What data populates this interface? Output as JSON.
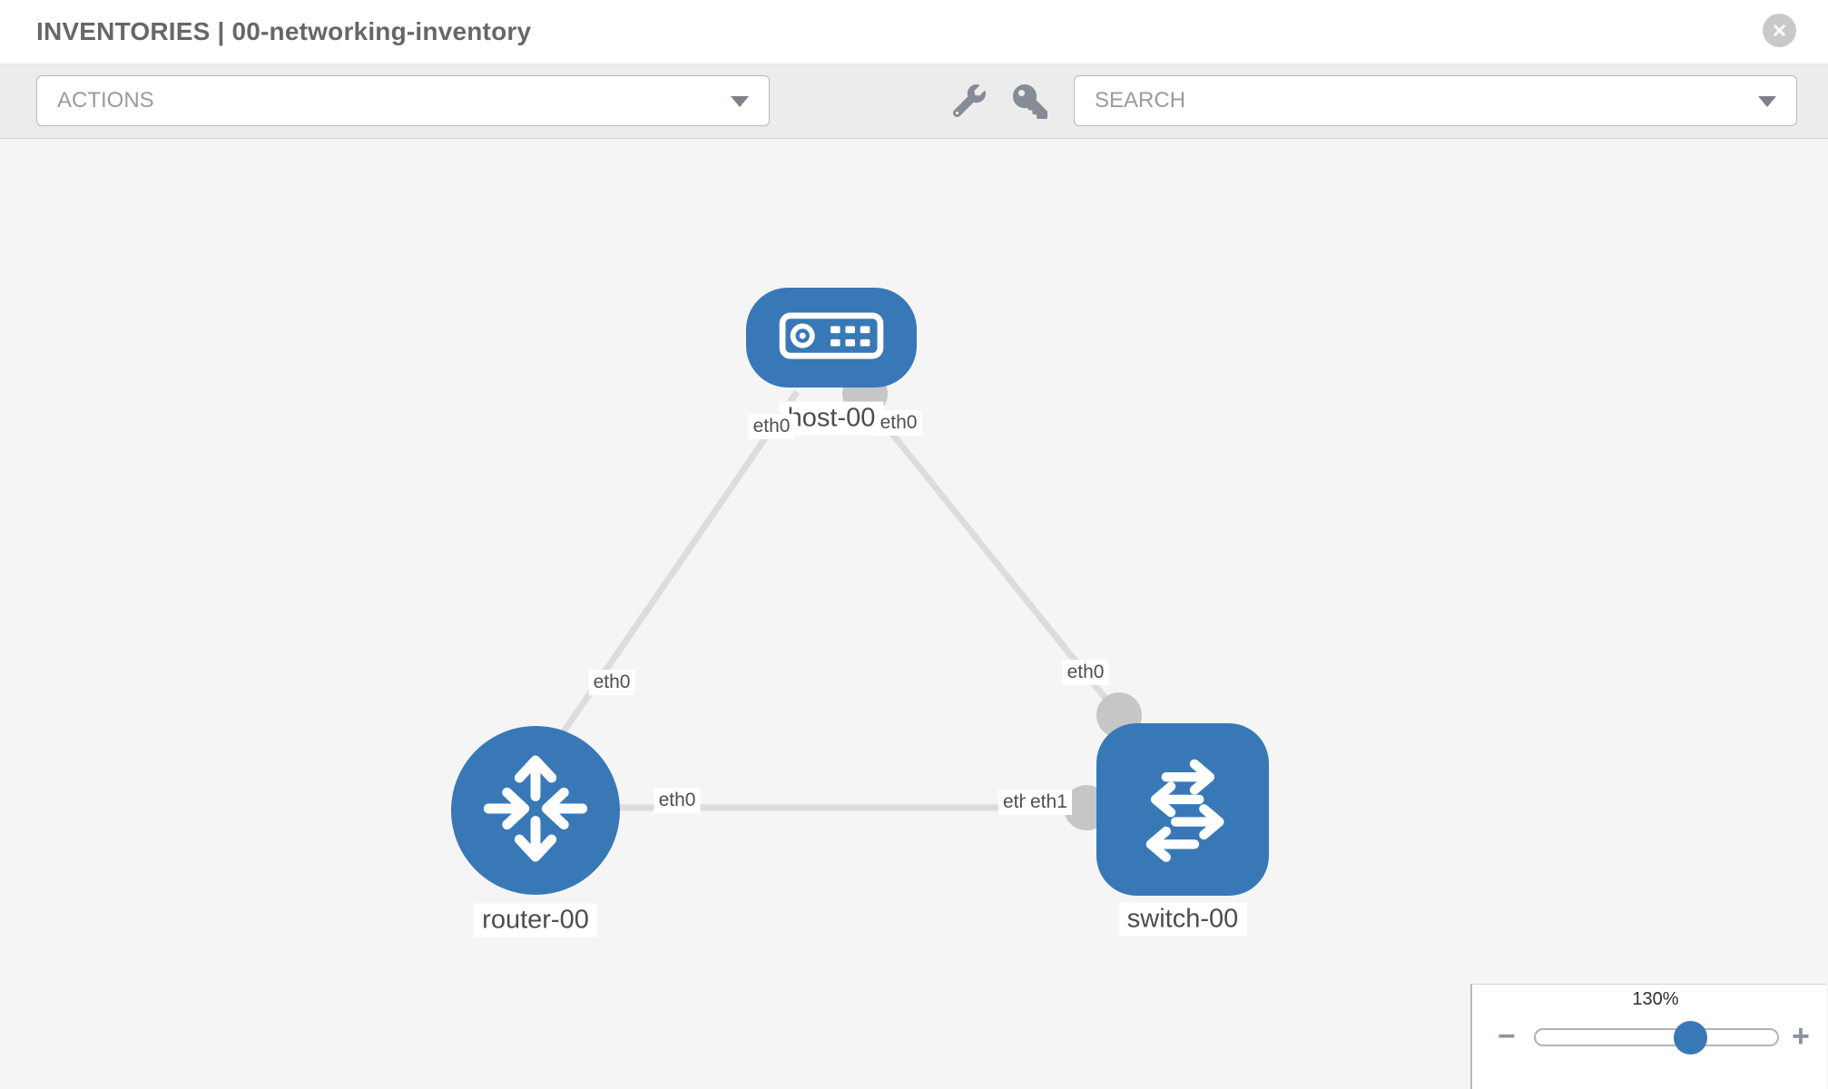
{
  "header": {
    "title": "INVENTORIES | 00-networking-inventory",
    "close_icon": "x-circle-icon"
  },
  "toolbar": {
    "actions_label": "ACTIONS",
    "search_label": "SEARCH",
    "icons": [
      "wrench-icon",
      "key-icon",
      "chevron-down-icon"
    ]
  },
  "topology": {
    "nodes": [
      {
        "name": "host-00",
        "type": "host",
        "icon": "server-icon"
      },
      {
        "name": "router-00",
        "type": "router",
        "icon": "router-arrows-icon"
      },
      {
        "name": "switch-00",
        "type": "switch",
        "icon": "switch-arrows-icon"
      }
    ],
    "links": [
      {
        "from": "host-00",
        "from_label": "eth0",
        "to": "router-00",
        "to_label": "eth0"
      },
      {
        "from": "host-00",
        "from_label": "eth0",
        "to": "switch-00",
        "to_label": "eth0"
      },
      {
        "from": "router-00",
        "from_label": "eth0",
        "to": "switch-00",
        "to_label": "eth1",
        "to_label_occluded": "eth0"
      }
    ]
  },
  "zoom_control": {
    "value": "130%",
    "minus_label": "−",
    "plus_label": "+"
  },
  "colors": {
    "node_blue": "#3878b7",
    "link_gray": "#dcdcdc",
    "connector_gray": "#c6c6c6",
    "canvas_bg": "#f5f5f5",
    "toolbar_bg": "#ececec"
  }
}
